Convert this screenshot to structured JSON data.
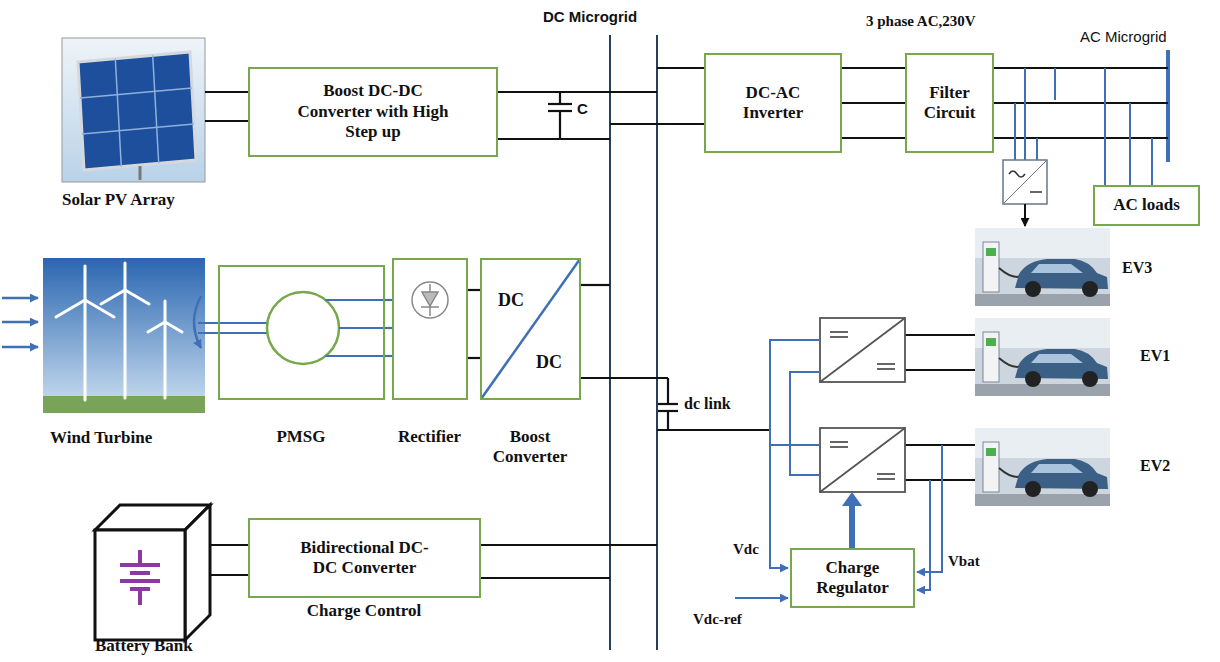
{
  "diagram": {
    "nodes": [
      {
        "text": [
          "Boost DC-DC Converter with High Step up"
        ]
      },
      {
        "text": [
          "DC-AC Inverter"
        ]
      },
      {
        "text": [
          "Filter Circuit"
        ]
      },
      {
        "text": [
          "AC loads"
        ]
      },
      {
        "text": [
          "PMSG"
        ]
      },
      {
        "text": [
          "Rectifier"
        ]
      },
      {
        "text": [
          "DC",
          "DC",
          "Boost Converter"
        ]
      },
      {
        "text": [
          "Bidirectional DC- DC Converter",
          "Charge Control"
        ]
      },
      {
        "text": [
          "Charge Regulator"
        ]
      }
    ],
    "edges": [
      {
        "from": 1,
        "to": 2,
        "arrow": "none"
      },
      {
        "from": 1,
        "to": 2,
        "arrow": "none"
      },
      {
        "from": 1,
        "to": 2,
        "arrow": "none"
      },
      {
        "from": 4,
        "to": 5,
        "arrow": "none"
      },
      {
        "from": 4,
        "to": 5,
        "arrow": "none"
      },
      {
        "from": 4,
        "to": 5,
        "arrow": "none"
      },
      {
        "from": 5,
        "to": 6,
        "arrow": "none"
      },
      {
        "from": 5,
        "to": 6,
        "arrow": "none"
      }
    ],
    "labels": [
      "DC Microgrid",
      "3 phase AC,230V",
      "AC Microgrid",
      "Solar PV Array",
      "C",
      "EV3",
      "Wind Turbine",
      "EV1",
      "dc link",
      "EV2",
      "Vdc",
      "Vbat",
      "Vdc-ref",
      "Battery Bank"
    ]
  }
}
